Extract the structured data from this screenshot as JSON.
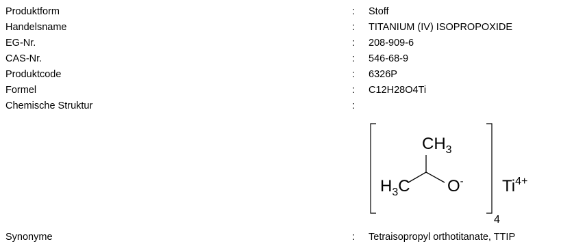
{
  "rows": [
    {
      "label": "Produktform",
      "sep": ":",
      "value": "Stoff"
    },
    {
      "label": "Handelsname",
      "sep": ":",
      "value": "TITANIUM (IV) ISOPROPOXIDE"
    },
    {
      "label": "EG-Nr.",
      "sep": ":",
      "value": "208-909-6"
    },
    {
      "label": "CAS-Nr.",
      "sep": ":",
      "value": "546-68-9"
    },
    {
      "label": "Produktcode",
      "sep": ":",
      "value": "6326P"
    },
    {
      "label": "Formel",
      "sep": ":",
      "value": "C12H28O4Ti"
    },
    {
      "label": "Chemische Struktur",
      "sep": ":"
    },
    {
      "label": "Synonyme",
      "sep": ":",
      "value": "Tetraisopropyl orthotitanate, TTIP"
    }
  ],
  "structure": {
    "ch3_main": "CH",
    "ch3_sub": "3",
    "h3c_h": "H",
    "h3c_sub": "3",
    "h3c_c": "C",
    "oxygen": "O",
    "oxygen_charge": "-",
    "bracket_count": "4",
    "titanium": "Ti",
    "titanium_charge": "4+"
  }
}
